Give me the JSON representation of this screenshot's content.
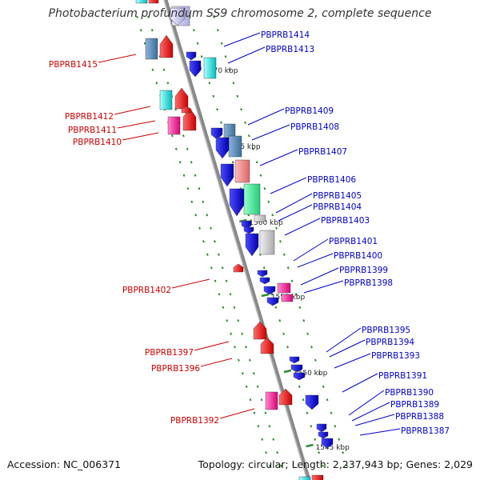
{
  "title": "Photobacterium profundum SS9 chromosome 2, complete sequence",
  "footer": {
    "accession": "Accession: NC_006371",
    "summary": "Topology: circular; Length: 2,237,943 bp; Genes: 2,029"
  },
  "colors": {
    "forward_label": "#0000cc",
    "reverse_label": "#cc0000",
    "backbone": "#888888",
    "tick_dots": "#2e8b2e"
  },
  "scale_marks": [
    "1570 kbp",
    "1565 kbp",
    "1560 kbp",
    "1555 kbp",
    "1550 kbp",
    "1545 kbp"
  ],
  "forward_genes": [
    "PBPRB1414",
    "PBPRB1413",
    "PBPRB1409",
    "PBPRB1408",
    "PBPRB1407",
    "PBPRB1406",
    "PBPRB1405",
    "PBPRB1404",
    "PBPRB1403",
    "PBPRB1401",
    "PBPRB1400",
    "PBPRB1399",
    "PBPRB1398",
    "PBPRB1395",
    "PBPRB1394",
    "PBPRB1393",
    "PBPRB1391",
    "PBPRB1390",
    "PBPRB1389",
    "PBPRB1388",
    "PBPRB1387"
  ],
  "reverse_genes": [
    "PBPRB1415",
    "PBPRB1412",
    "PBPRB1411",
    "PBPRB1410",
    "PBPRB1402",
    "PBPRB1397",
    "PBPRB1396",
    "PBPRB1392"
  ]
}
